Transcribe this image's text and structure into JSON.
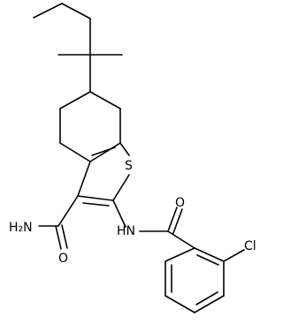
{
  "atoms": {
    "S": "S",
    "O_amide": "O",
    "NH2": "H₂N",
    "NH": "HN",
    "O_benzoyl": "O",
    "Cl": "Cl"
  },
  "colors": {
    "bond": "#000000",
    "background": "#ffffff"
  }
}
